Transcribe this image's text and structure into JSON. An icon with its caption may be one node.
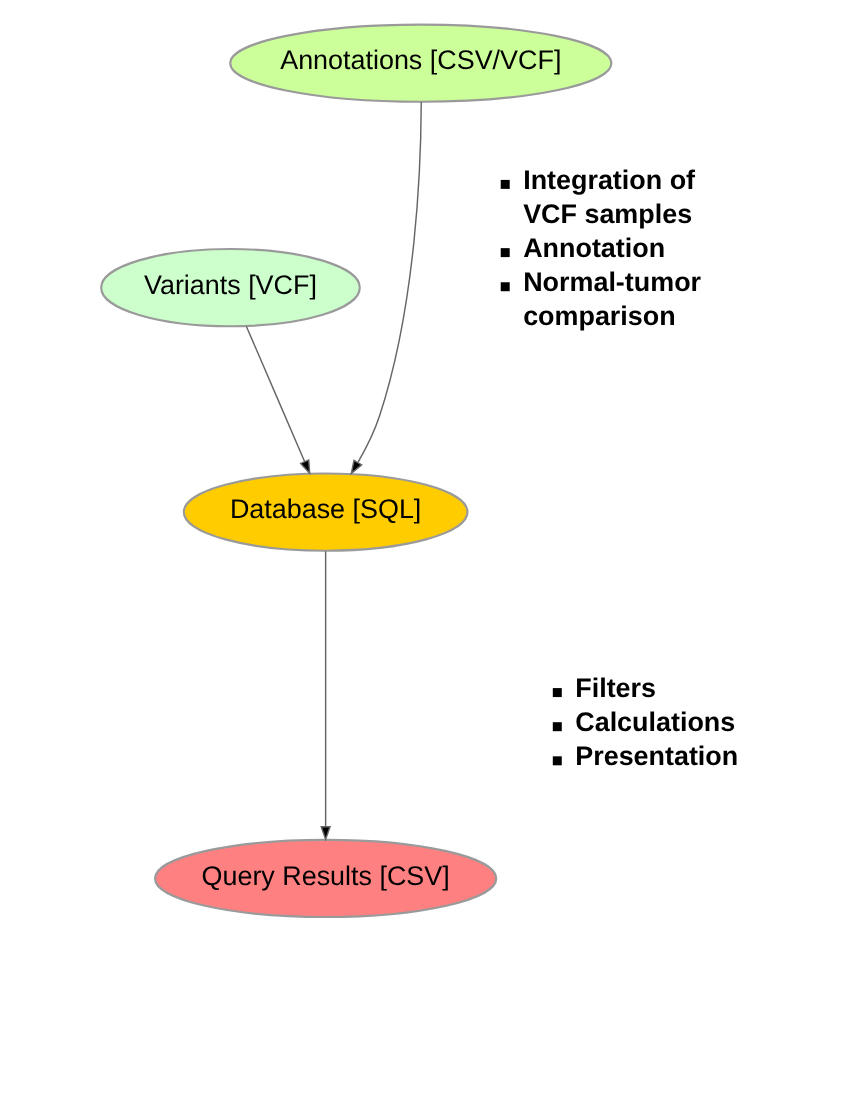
{
  "diagram": {
    "nodes": [
      {
        "text": [
          "Annotations [CSV/VCF]"
        ]
      },
      {
        "text": [
          "Variants [VCF]"
        ]
      },
      {
        "text": [
          "Database [SQL]"
        ]
      },
      {
        "text": [
          "Query Results [CSV]"
        ]
      }
    ],
    "edges": [
      {
        "from": 1,
        "to": 2,
        "arrow": "to"
      },
      {
        "from": 0,
        "to": 2,
        "arrow": "to"
      },
      {
        "from": 2,
        "to": 3,
        "arrow": "to"
      }
    ],
    "labels": [
      "Integration of VCF samples",
      "Annotation",
      "Normal-tumor comparison",
      "Filters",
      "Calculations",
      "Presentation"
    ]
  }
}
